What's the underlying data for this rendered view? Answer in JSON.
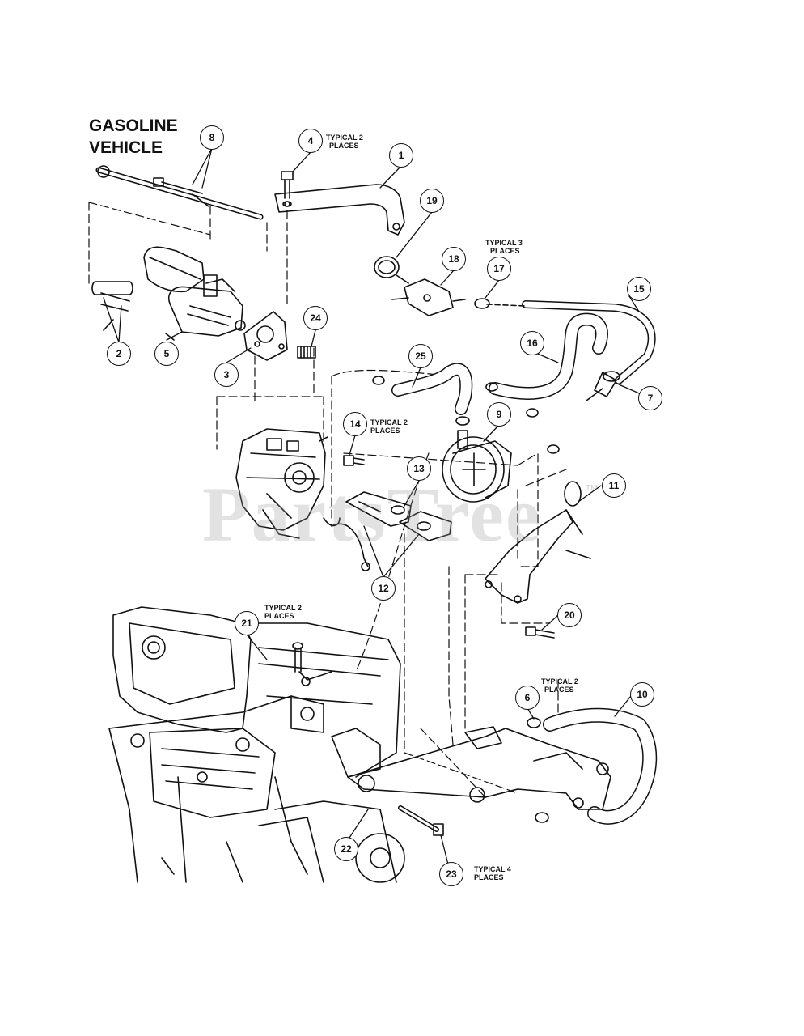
{
  "heading": {
    "line1": "GASOLINE",
    "line2": "VEHICLE"
  },
  "watermark": "PartsTree",
  "watermark_tm": "TM",
  "notes": {
    "n4": {
      "line1": "TYPICAL 2",
      "line2": "PLACES"
    },
    "n17": {
      "line1": "TYPICAL 3",
      "line2": "PLACES"
    },
    "n14": {
      "line1": "TYPICAL 2",
      "line2": "PLACES"
    },
    "n21": {
      "line1": "TYPICAL 2",
      "line2": "PLACES"
    },
    "n6": {
      "line1": "TYPICAL 2",
      "line2": "PLACES"
    },
    "n23": {
      "line1": "TYPICAL 4",
      "line2": "PLACES"
    }
  },
  "callouts": {
    "c1": "1",
    "c2": "2",
    "c3": "3",
    "c4": "4",
    "c5": "5",
    "c6": "6",
    "c7": "7",
    "c8": "8",
    "c9": "9",
    "c10": "10",
    "c11": "11",
    "c12": "12",
    "c13": "13",
    "c14": "14",
    "c15": "15",
    "c16": "16",
    "c17": "17",
    "c18": "18",
    "c19": "19",
    "c20": "20",
    "c21": "21",
    "c22": "22",
    "c23": "23",
    "c24": "24",
    "c25": "25"
  },
  "colors": {
    "line": "#111111",
    "watermark": "#969696"
  }
}
